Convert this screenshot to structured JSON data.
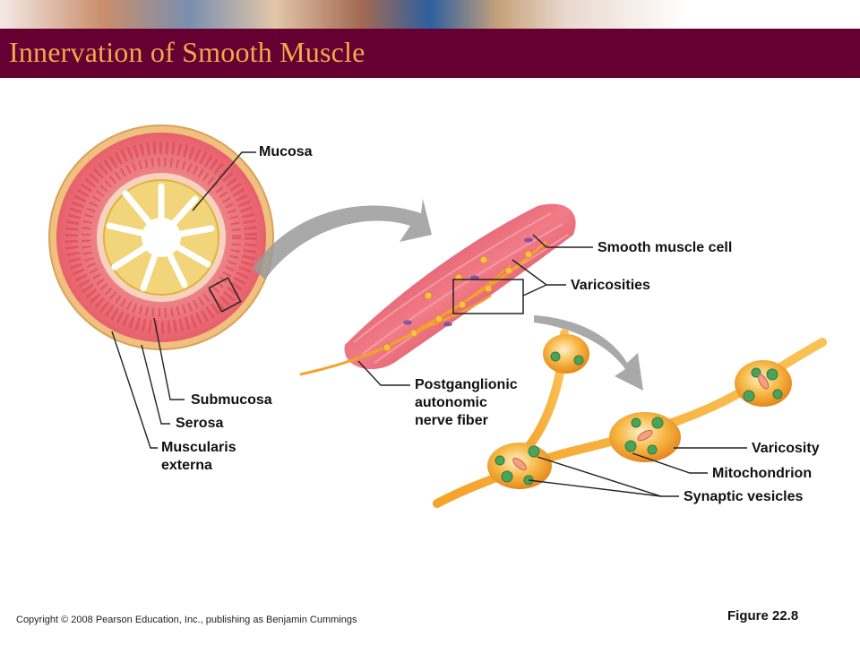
{
  "slide": {
    "title": "Innervation of Smooth Muscle",
    "copyright": "Copyright © 2008 Pearson Education, Inc., publishing as Benjamin Cummings",
    "figure": "Figure 22.8"
  },
  "labels": {
    "mucosa": "Mucosa",
    "submucosa": "Submucosa",
    "serosa": "Serosa",
    "muscularis_line1": "Muscularis",
    "muscularis_line2": "externa",
    "smooth_muscle_cell": "Smooth muscle cell",
    "varicosities": "Varicosities",
    "postganglionic_line1": "Postganglionic",
    "postganglionic_line2": "autonomic",
    "postganglionic_line3": "nerve fiber",
    "varicosity": "Varicosity",
    "mitochondrion": "Mitochondrion",
    "synaptic_vesicles": "Synaptic vesicles"
  },
  "colors": {
    "title_bar": "#660033",
    "title_text": "#f0a94c",
    "muscle_red": "#d9324a",
    "nerve_orange": "#f4a62a",
    "vesicle_green": "#4aa35a",
    "arrow_gray": "#9a9a9a"
  }
}
